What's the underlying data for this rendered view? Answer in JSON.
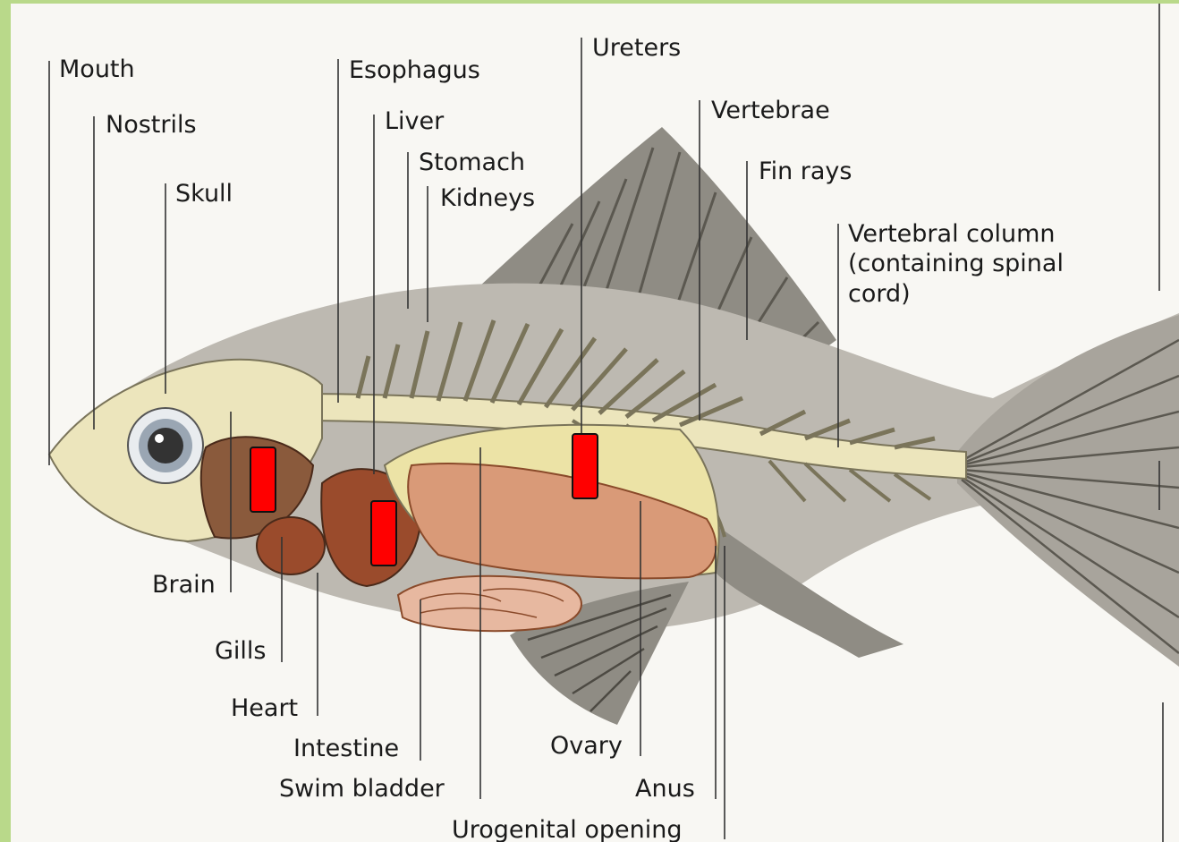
{
  "labels": {
    "mouth": "Mouth",
    "nostrils": "Nostrils",
    "skull": "Skull",
    "esophagus": "Esophagus",
    "liver": "Liver",
    "stomach": "Stomach",
    "kidneys": "Kidneys",
    "ureters": "Ureters",
    "vertebrae": "Vertebrae",
    "fin_rays": "Fin rays",
    "vertebral_column_1": "Vertebral column",
    "vertebral_column_2": "(containing spinal",
    "vertebral_column_3": "cord)",
    "brain": "Brain",
    "gills": "Gills",
    "heart": "Heart",
    "intestine": "Intestine",
    "swim_bladder": "Swim bladder",
    "ovary": "Ovary",
    "anus": "Anus",
    "urogenital_opening": "Urogenital opening"
  },
  "colors": {
    "frame": "#b9d98a",
    "paper": "#f8f7f3",
    "body": "#bdb9b1",
    "bone": "#ece5bc",
    "organ_brown": "#9a4b2c",
    "organ_pink": "#d99a78",
    "stomach_yellow": "#ece3a6",
    "marker_red": "#ff0000"
  },
  "markers": [
    "red-marker",
    "red-marker",
    "red-marker"
  ]
}
